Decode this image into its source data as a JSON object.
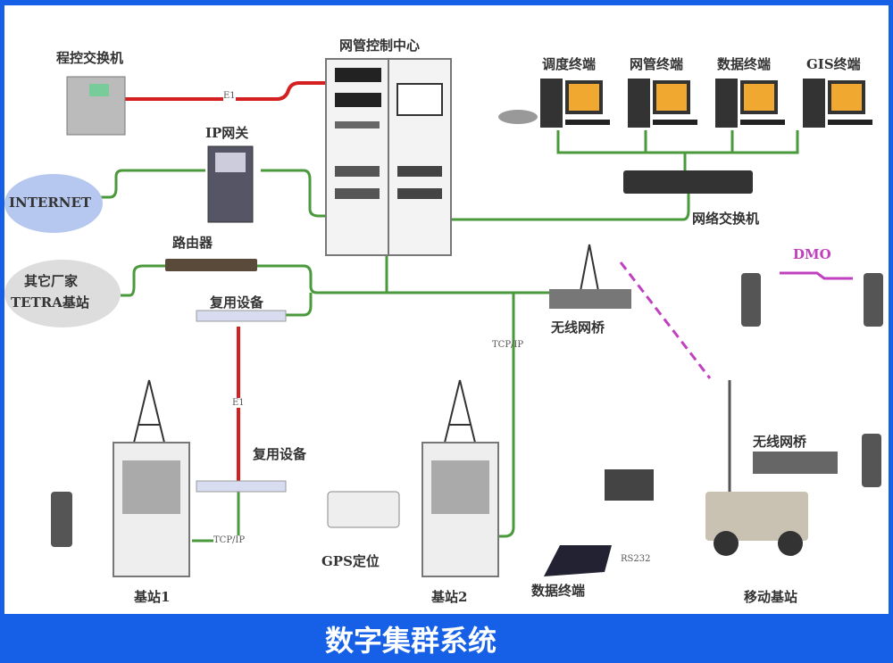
{
  "title": "数字集群系统",
  "nodes": {
    "pbx": "程控交换机",
    "nms_center": "网管控制中心",
    "ip_gateway": "IP网关",
    "internet": "INTERNET",
    "router": "路由器",
    "other_vendor_line1": "其它厂家",
    "other_vendor_line2": "TETRA基站",
    "mux_top": "复用设备",
    "mux_bottom": "复用设备",
    "dispatch_terminal": "调度终端",
    "nms_terminal": "网管终端",
    "data_terminal_top": "数据终端",
    "gis_terminal": "GIS终端",
    "network_switch": "网络交换机",
    "wireless_bridge_1": "无线网桥",
    "wireless_bridge_2": "无线网桥",
    "dmo": "DMO",
    "base_station_1": "基站1",
    "base_station_2": "基站2",
    "gps": "GPS定位",
    "data_terminal_bottom": "数据终端",
    "mobile_base_station": "移动基站"
  },
  "link_labels": {
    "e1_top": "E1",
    "e1_vertical": "E1",
    "tcpip_1": "TCP/IP",
    "tcpip_2": "TCP/IP",
    "rs232": "RS232"
  },
  "colors": {
    "frame": "#1660e8",
    "e1_link": "#d42020",
    "ip_link": "#4a9a3c",
    "dmo": "#c040c0"
  }
}
